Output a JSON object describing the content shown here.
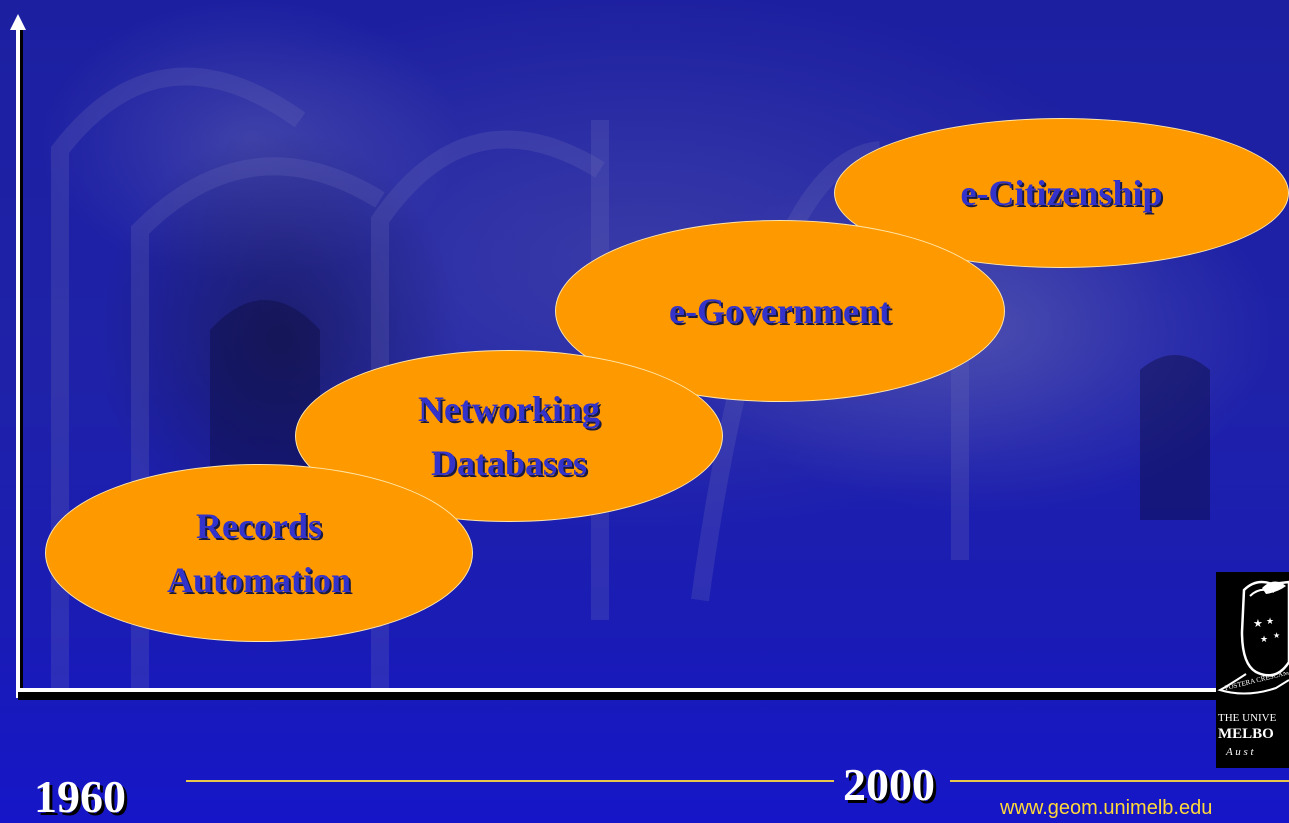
{
  "stages": [
    {
      "id": "records-automation",
      "lines": [
        "Records",
        "Automation"
      ]
    },
    {
      "id": "networking-databases",
      "lines": [
        "Networking",
        "Databases"
      ]
    },
    {
      "id": "e-government",
      "lines": [
        "e-Government"
      ]
    },
    {
      "id": "e-citizenship",
      "lines": [
        "e-Citizenship"
      ]
    }
  ],
  "timeline": {
    "start_year": "1960",
    "end_year": "2000"
  },
  "footer": {
    "url": "www.geom.unimelb.edu"
  },
  "logo": {
    "motto": "POSTERA CRESCAM",
    "line1": "THE UNIVE",
    "line2": "MELBO",
    "line3": "A u s t"
  },
  "colors": {
    "ellipse_fill": "#ff9900",
    "stage_text": "#3333cc",
    "background": "#1c1fa0",
    "url_text": "#ffd83a"
  }
}
